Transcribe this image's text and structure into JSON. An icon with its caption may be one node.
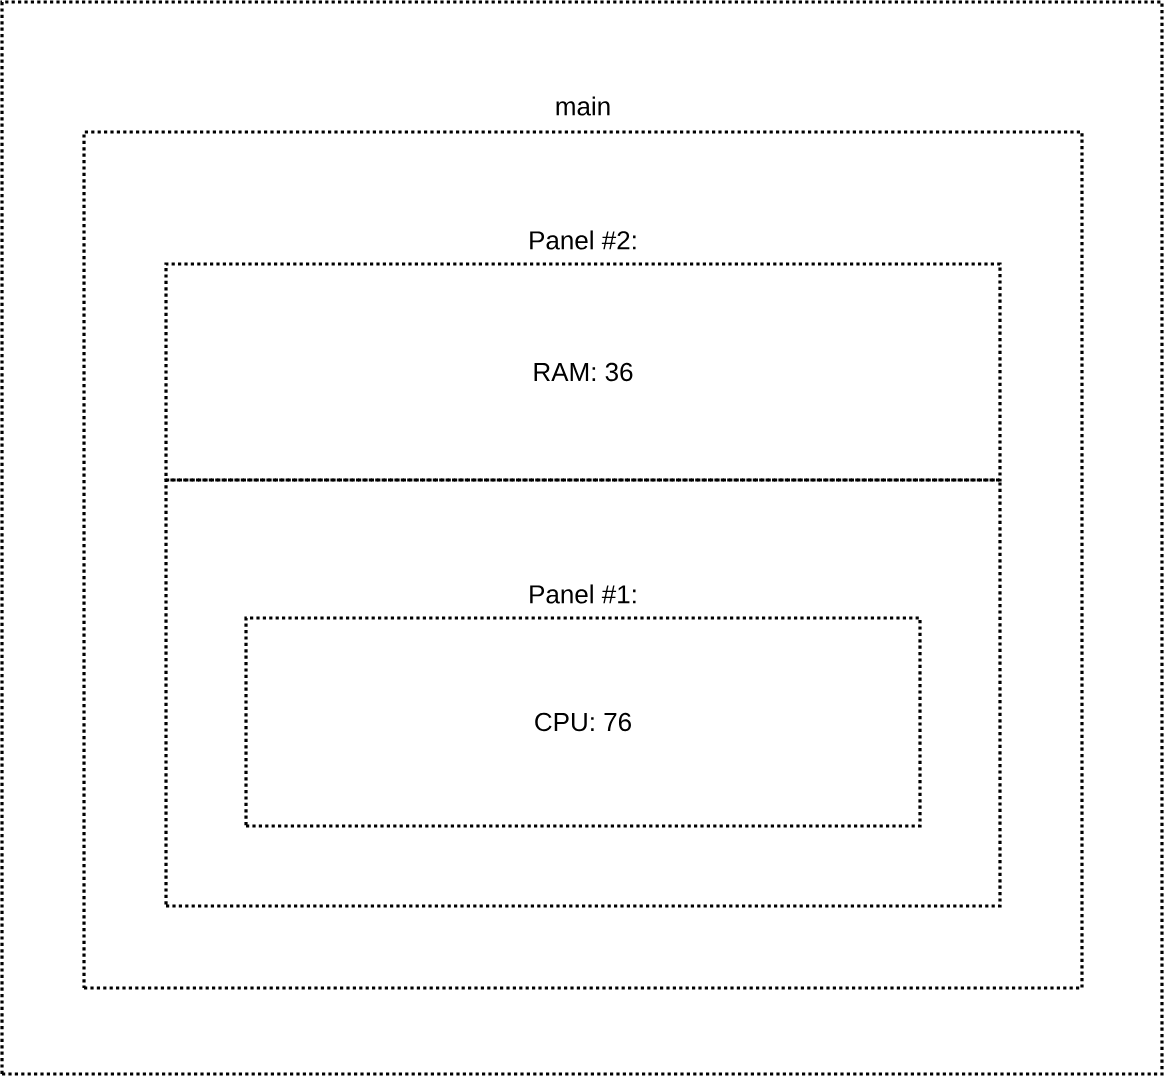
{
  "diagram": {
    "nodes": [
      {
        "text": [],
        "shape": "box"
      },
      {
        "text": [
          "main"
        ],
        "in": 0
      },
      {
        "text": [
          "Panel #2:",
          "RAM: 36"
        ],
        "in": 1
      },
      {
        "text": [],
        "shape": "box",
        "in": 1
      },
      {
        "text": [
          "Panel #1:",
          "CPU: 76"
        ],
        "in": 3
      }
    ]
  }
}
